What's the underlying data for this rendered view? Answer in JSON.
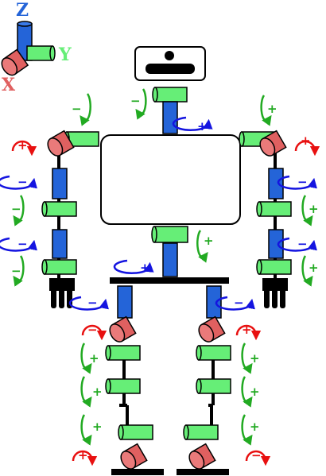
{
  "axes": {
    "z_label": "Z",
    "y_label": "Y",
    "x_label": "X"
  },
  "colors": {
    "x_axis": "#e06060",
    "y_axis": "#66ee77",
    "z_axis": "#2464d8",
    "roll": "#e81010",
    "pitch": "#22aa22",
    "yaw": "#1414e0",
    "body": "#000000",
    "background": "#ffffff"
  },
  "signs": {
    "plus": "+",
    "minus": "−"
  },
  "joints": {
    "head_pitch": "−",
    "head_yaw": "+",
    "waist_pitch": "+",
    "waist_yaw": "+",
    "r_shoulder_roll": "+",
    "r_shoulder_pitch": "−",
    "r_upper_arm_yaw": "−",
    "r_elbow_pitch": "−",
    "r_forearm_yaw": "−",
    "r_wrist_pitch": "−",
    "l_shoulder_roll": "+",
    "l_shoulder_pitch": "+",
    "l_upper_arm_yaw": "−",
    "l_elbow_pitch": "+",
    "l_forearm_yaw": "−",
    "l_wrist_pitch": "+",
    "r_hip_yaw": "−",
    "r_hip_roll": "−",
    "r_hip_pitch": "+",
    "r_knee_pitch": "+",
    "r_ankle_pitch": "+",
    "r_ankle_roll": "+",
    "l_hip_yaw": "−",
    "l_hip_roll": "+",
    "l_hip_pitch": "+",
    "l_knee_pitch": "+",
    "l_ankle_pitch": "+",
    "l_ankle_roll": "−"
  }
}
